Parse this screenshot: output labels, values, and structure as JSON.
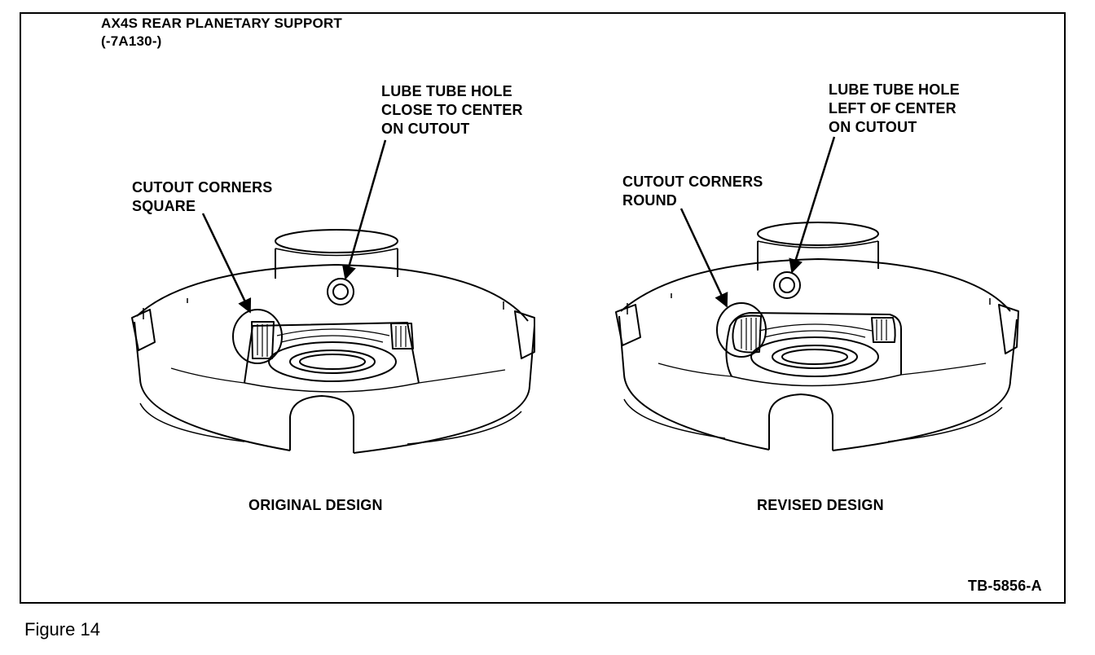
{
  "header": {
    "title_line1": "AX4S REAR PLANETARY SUPPORT",
    "title_line2": "(-7A130-)"
  },
  "left": {
    "callout_hole": [
      "LUBE TUBE HOLE",
      "CLOSE TO CENTER",
      "ON CUTOUT"
    ],
    "callout_corners": [
      "CUTOUT CORNERS",
      "SQUARE"
    ],
    "label": "ORIGINAL DESIGN"
  },
  "right": {
    "callout_hole": [
      "LUBE TUBE HOLE",
      "LEFT OF CENTER",
      "ON CUTOUT"
    ],
    "callout_corners": [
      "CUTOUT CORNERS",
      "ROUND"
    ],
    "label": "REVISED DESIGN"
  },
  "figure_code": "TB-5856-A",
  "caption": "Figure 14"
}
